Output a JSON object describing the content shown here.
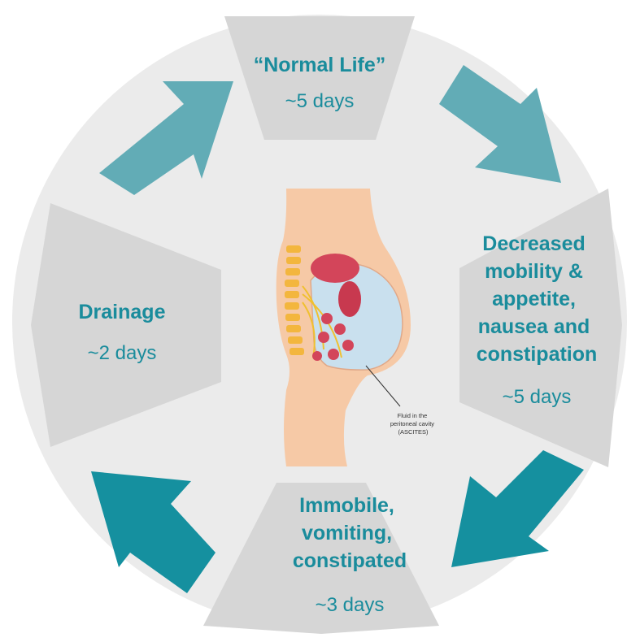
{
  "colors": {
    "ring": "#ebebeb",
    "segment": "#d6d6d6",
    "text_accent": "#1a8c9c",
    "arrow_light": "#62acb6",
    "arrow_dark": "#15909f",
    "skin": "#f6c9a6",
    "fluid": "#c9e0ee",
    "organ": "#d3455a",
    "spine": "#f3b63e"
  },
  "stages": {
    "normal_life": {
      "title": "“Normal Life”",
      "duration": "~5 days"
    },
    "decreased": {
      "title_lines": [
        "Decreased",
        "mobility &",
        "appetite,",
        "nausea and",
        "constipation"
      ],
      "duration": "~5 days"
    },
    "immobile": {
      "title_lines": [
        "Immobile,",
        "vomiting,",
        "constipated"
      ],
      "duration": "~3 days"
    },
    "drainage": {
      "title": "Drainage",
      "duration": "~2 days"
    }
  },
  "illustration": {
    "caption_lines": [
      "Fluid in the",
      "peritoneal cavity",
      "(ASCITES)"
    ]
  },
  "arrows": [
    {
      "name": "arrow-drainage-to-normal",
      "color": "arrow_light"
    },
    {
      "name": "arrow-normal-to-decreased",
      "color": "arrow_light"
    },
    {
      "name": "arrow-decreased-to-immobile",
      "color": "arrow_dark"
    },
    {
      "name": "arrow-immobile-to-drainage",
      "color": "arrow_dark"
    }
  ]
}
